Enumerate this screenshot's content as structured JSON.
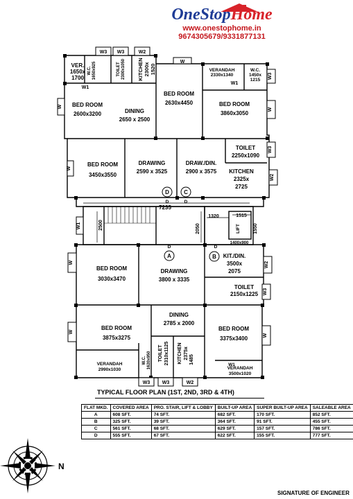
{
  "brand": {
    "logo_part1": "OneStop",
    "logo_part2": "Home",
    "website": "www.onestophome.in",
    "phone": "9674305679/9331877131"
  },
  "plan_title": "TYPICAL FLOOR PLAN (1ST, 2ND, 3RD & 4TH)",
  "signature": "SIGNATURE OF ENGINEER",
  "rooms": {
    "ver_tl": [
      "VER.",
      "1650x",
      "1700"
    ],
    "wc_tl": [
      "W.C.",
      "1650x925"
    ],
    "toilet_tl": [
      "TOILET",
      "2300x1050"
    ],
    "kitchen_tl": [
      "KITCHEN",
      "2300x",
      "1520"
    ],
    "bed_tl": [
      "BED ROOM",
      "2600x3200"
    ],
    "dining_top": [
      "DINING",
      "2650 x 2500"
    ],
    "bed_tc": [
      "BED ROOM",
      "2630x4450"
    ],
    "verandah_tr": [
      "VERANDAH",
      "2330x1340"
    ],
    "wc_tr": [
      "W.C.",
      "1450x",
      "1215"
    ],
    "bed_tr": [
      "BED ROOM",
      "3860x3050"
    ],
    "bed_ml": [
      "BED ROOM",
      "3450x3550"
    ],
    "drawing_top": [
      "DRAWING",
      "2590 x 3525"
    ],
    "draw_din": [
      "DRAW./DIN.",
      "2900 x 3575"
    ],
    "toilet_mr": [
      "TOILET",
      "2250x1090"
    ],
    "kitchen_mr": [
      "KITCHEN",
      "2325x",
      "2725"
    ],
    "bed_bl1": [
      "BED ROOM",
      "3030x3470"
    ],
    "drawing_bot": [
      "DRAWING",
      "3800 x 3335"
    ],
    "kit_din": [
      "KIT./DIN.",
      "3500x",
      "2075"
    ],
    "toilet_br": [
      "TOILET",
      "2150x1225"
    ],
    "dining_bot": [
      "DINING",
      "2785 x 2000"
    ],
    "bed_bl2": [
      "BED ROOM",
      "3875x3275"
    ],
    "bed_br": [
      "BED ROOM",
      "3375x3400"
    ],
    "verandah_bl": [
      "VERANDAH",
      "2990x1030"
    ],
    "wc_bl": [
      "W.C.",
      "1620x950"
    ],
    "toilet_bl": [
      "TOILET",
      "2310x1125"
    ],
    "kitchen_bl": [
      "KITCHEN",
      "2375x"
    ],
    "kitchen_bl_h": "1485",
    "verandah_br": [
      "VERANDAH",
      "3500x1020"
    ],
    "lift": "LIFT",
    "lift_base": "1400x900"
  },
  "dims": {
    "d7235": "7235",
    "d1320": "1320",
    "d1515": "1515",
    "d1550": "1550",
    "d2500": "2500",
    "d2050": "2050"
  },
  "flat_markers": [
    "A",
    "B",
    "C",
    "D"
  ],
  "door_mark": "D",
  "windows": {
    "w": "W",
    "w1": "W1",
    "w2": "W2",
    "w3": "W3"
  },
  "compass": {
    "north": "N"
  },
  "area_table": {
    "headers": [
      "FLAT MKD.",
      "COVERED AREA",
      "PRO. STAIR, LIFT & LOBBY",
      "BUILT-UP AREA",
      "SUPER BUILT-UP AREA",
      "SALEABLE AREA"
    ],
    "rows": [
      [
        "A",
        "608 SFT.",
        "74 SFT.",
        "682 SFT.",
        "170 SFT.",
        "852 SFT."
      ],
      [
        "B",
        "325 SFT.",
        "39 SFT.",
        "364 SFT.",
        "91 SFT.",
        "455 SFT."
      ],
      [
        "C",
        "561 SFT.",
        "68 SFT.",
        "629 SFT.",
        "157 SFT.",
        "786 SFT."
      ],
      [
        "D",
        "555 SFT.",
        "67 SFT.",
        "622 SFT.",
        "155 SFT.",
        "777 SFT."
      ]
    ]
  }
}
